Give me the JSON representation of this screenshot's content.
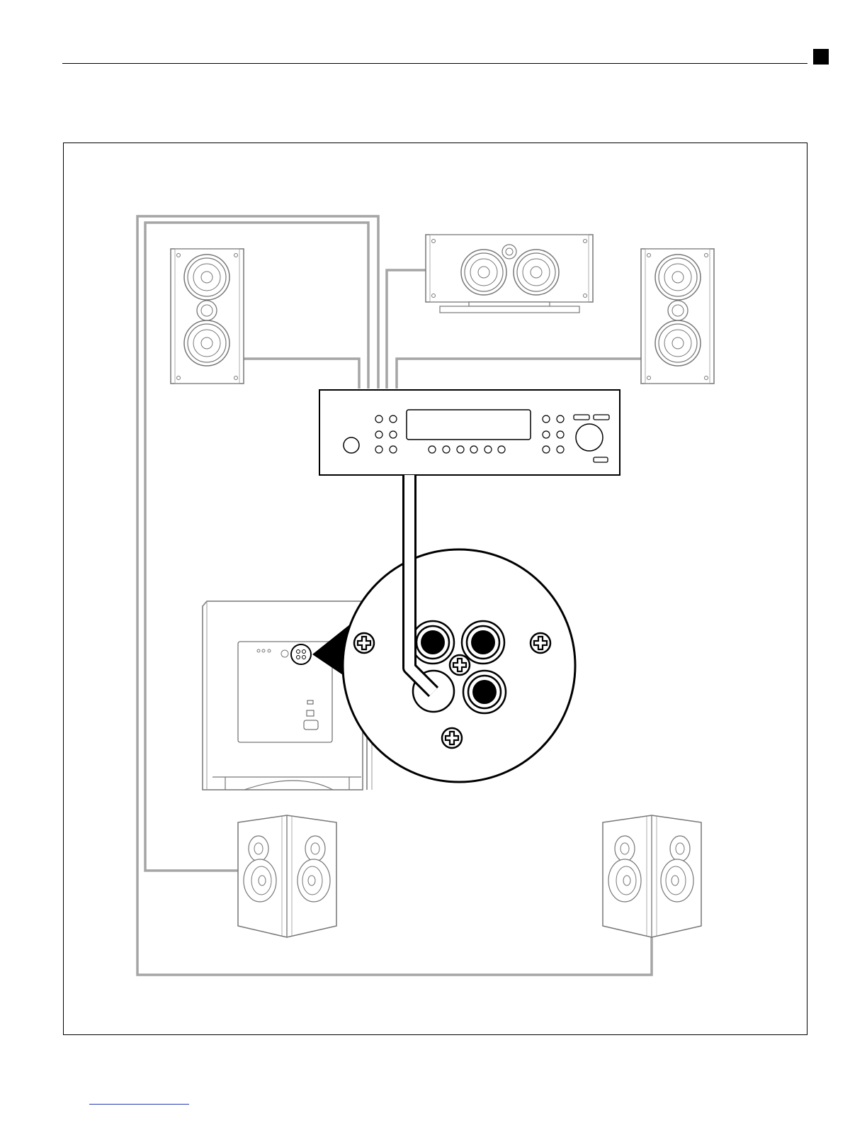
{
  "figure": {
    "components": [
      {
        "name": "front-left-speaker"
      },
      {
        "name": "center-speaker"
      },
      {
        "name": "front-right-speaker"
      },
      {
        "name": "av-receiver"
      },
      {
        "name": "subwoofer"
      },
      {
        "name": "subwoofer-input-detail"
      },
      {
        "name": "surround-left-speaker"
      },
      {
        "name": "surround-right-speaker"
      }
    ],
    "colors": {
      "wire": "#9e9e9e",
      "line": "#000000",
      "speaker_stroke": "#777777",
      "accent_link": "#2a3fb8"
    }
  }
}
